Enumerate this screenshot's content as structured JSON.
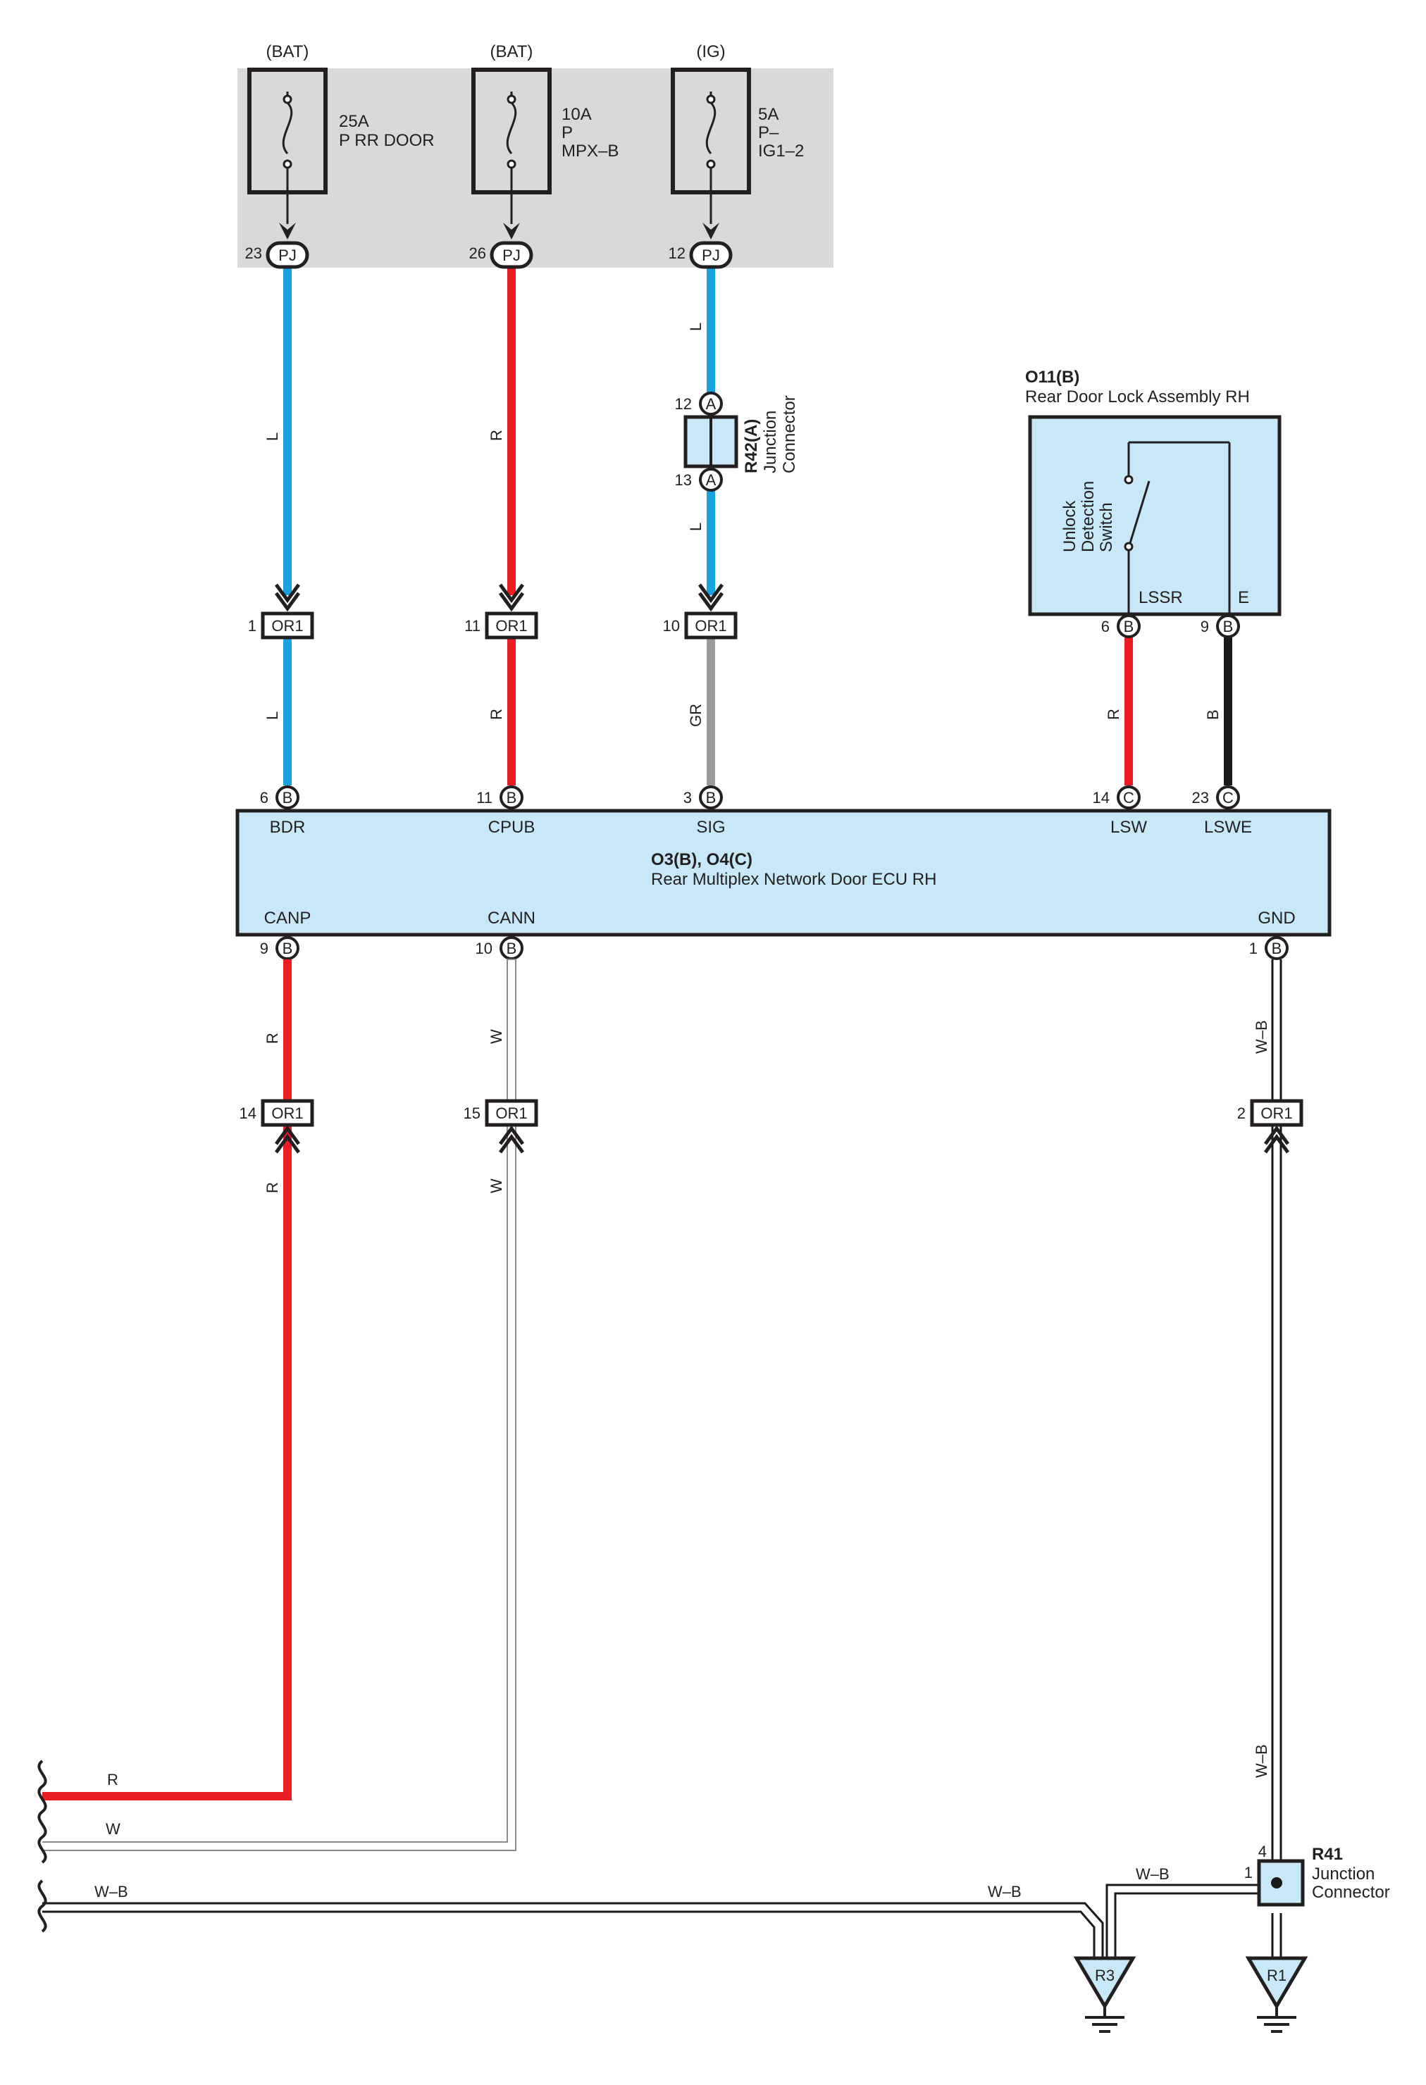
{
  "colors": {
    "blue": "#1aa1e0",
    "red": "#ec1c24",
    "gray": "#9b9b9b",
    "black": "#1a1a1a",
    "ecu_fill": "#c9e8f7",
    "fuse_box_fill": "#d9d9d9"
  },
  "fuses": [
    {
      "source": "(BAT)",
      "rating": "25A",
      "name1": "P RR DOOR",
      "name2": "",
      "pin": "23",
      "connector": "PJ"
    },
    {
      "source": "(BAT)",
      "rating": "10A",
      "name1": "P",
      "name2": "MPX–B",
      "pin": "26",
      "connector": "PJ"
    },
    {
      "source": "(IG)",
      "rating": "5A",
      "name1": "P–",
      "name2": "IG1–2",
      "pin": "12",
      "connector": "PJ"
    }
  ],
  "wire_codes": {
    "L": "L",
    "R": "R",
    "GR": "GR",
    "B": "B",
    "W": "W",
    "WB": "W–B"
  },
  "junction_r42": {
    "name": "R42(A)",
    "desc1": "Junction",
    "desc2": "Connector",
    "pin_top": "12",
    "pin_bottom": "13",
    "letter": "A"
  },
  "inline_connectors": [
    {
      "pin": "1",
      "name": "OR1"
    },
    {
      "pin": "11",
      "name": "OR1"
    },
    {
      "pin": "10",
      "name": "OR1"
    },
    {
      "pin": "14",
      "name": "OR1"
    },
    {
      "pin": "15",
      "name": "OR1"
    },
    {
      "pin": "2",
      "name": "OR1"
    }
  ],
  "door_lock": {
    "id": "O11(B)",
    "title": "Rear Door Lock Assembly RH",
    "switch_line1": "Unlock",
    "switch_line2": "Detection",
    "switch_line3": "Switch",
    "term1": "LSSR",
    "term2": "E",
    "pin1": "6",
    "pin2": "9",
    "letter": "B"
  },
  "ecu": {
    "id": "O3(B), O4(C)",
    "title": "Rear Multiplex Network Door ECU RH",
    "top_terminals": [
      {
        "pin": "6",
        "letter": "B",
        "name": "BDR"
      },
      {
        "pin": "11",
        "letter": "B",
        "name": "CPUB"
      },
      {
        "pin": "3",
        "letter": "B",
        "name": "SIG"
      },
      {
        "pin": "14",
        "letter": "C",
        "name": "LSW"
      },
      {
        "pin": "23",
        "letter": "C",
        "name": "LSWE"
      }
    ],
    "bottom_terminals": [
      {
        "pin": "9",
        "letter": "B",
        "name": "CANP"
      },
      {
        "pin": "10",
        "letter": "B",
        "name": "CANN"
      },
      {
        "pin": "1",
        "letter": "B",
        "name": "GND"
      }
    ]
  },
  "junction_r41": {
    "name": "R41",
    "desc1": "Junction",
    "desc2": "Connector",
    "pin_top": "4",
    "pin_left": "1"
  },
  "grounds": [
    {
      "name": "R3"
    },
    {
      "name": "R1"
    }
  ]
}
